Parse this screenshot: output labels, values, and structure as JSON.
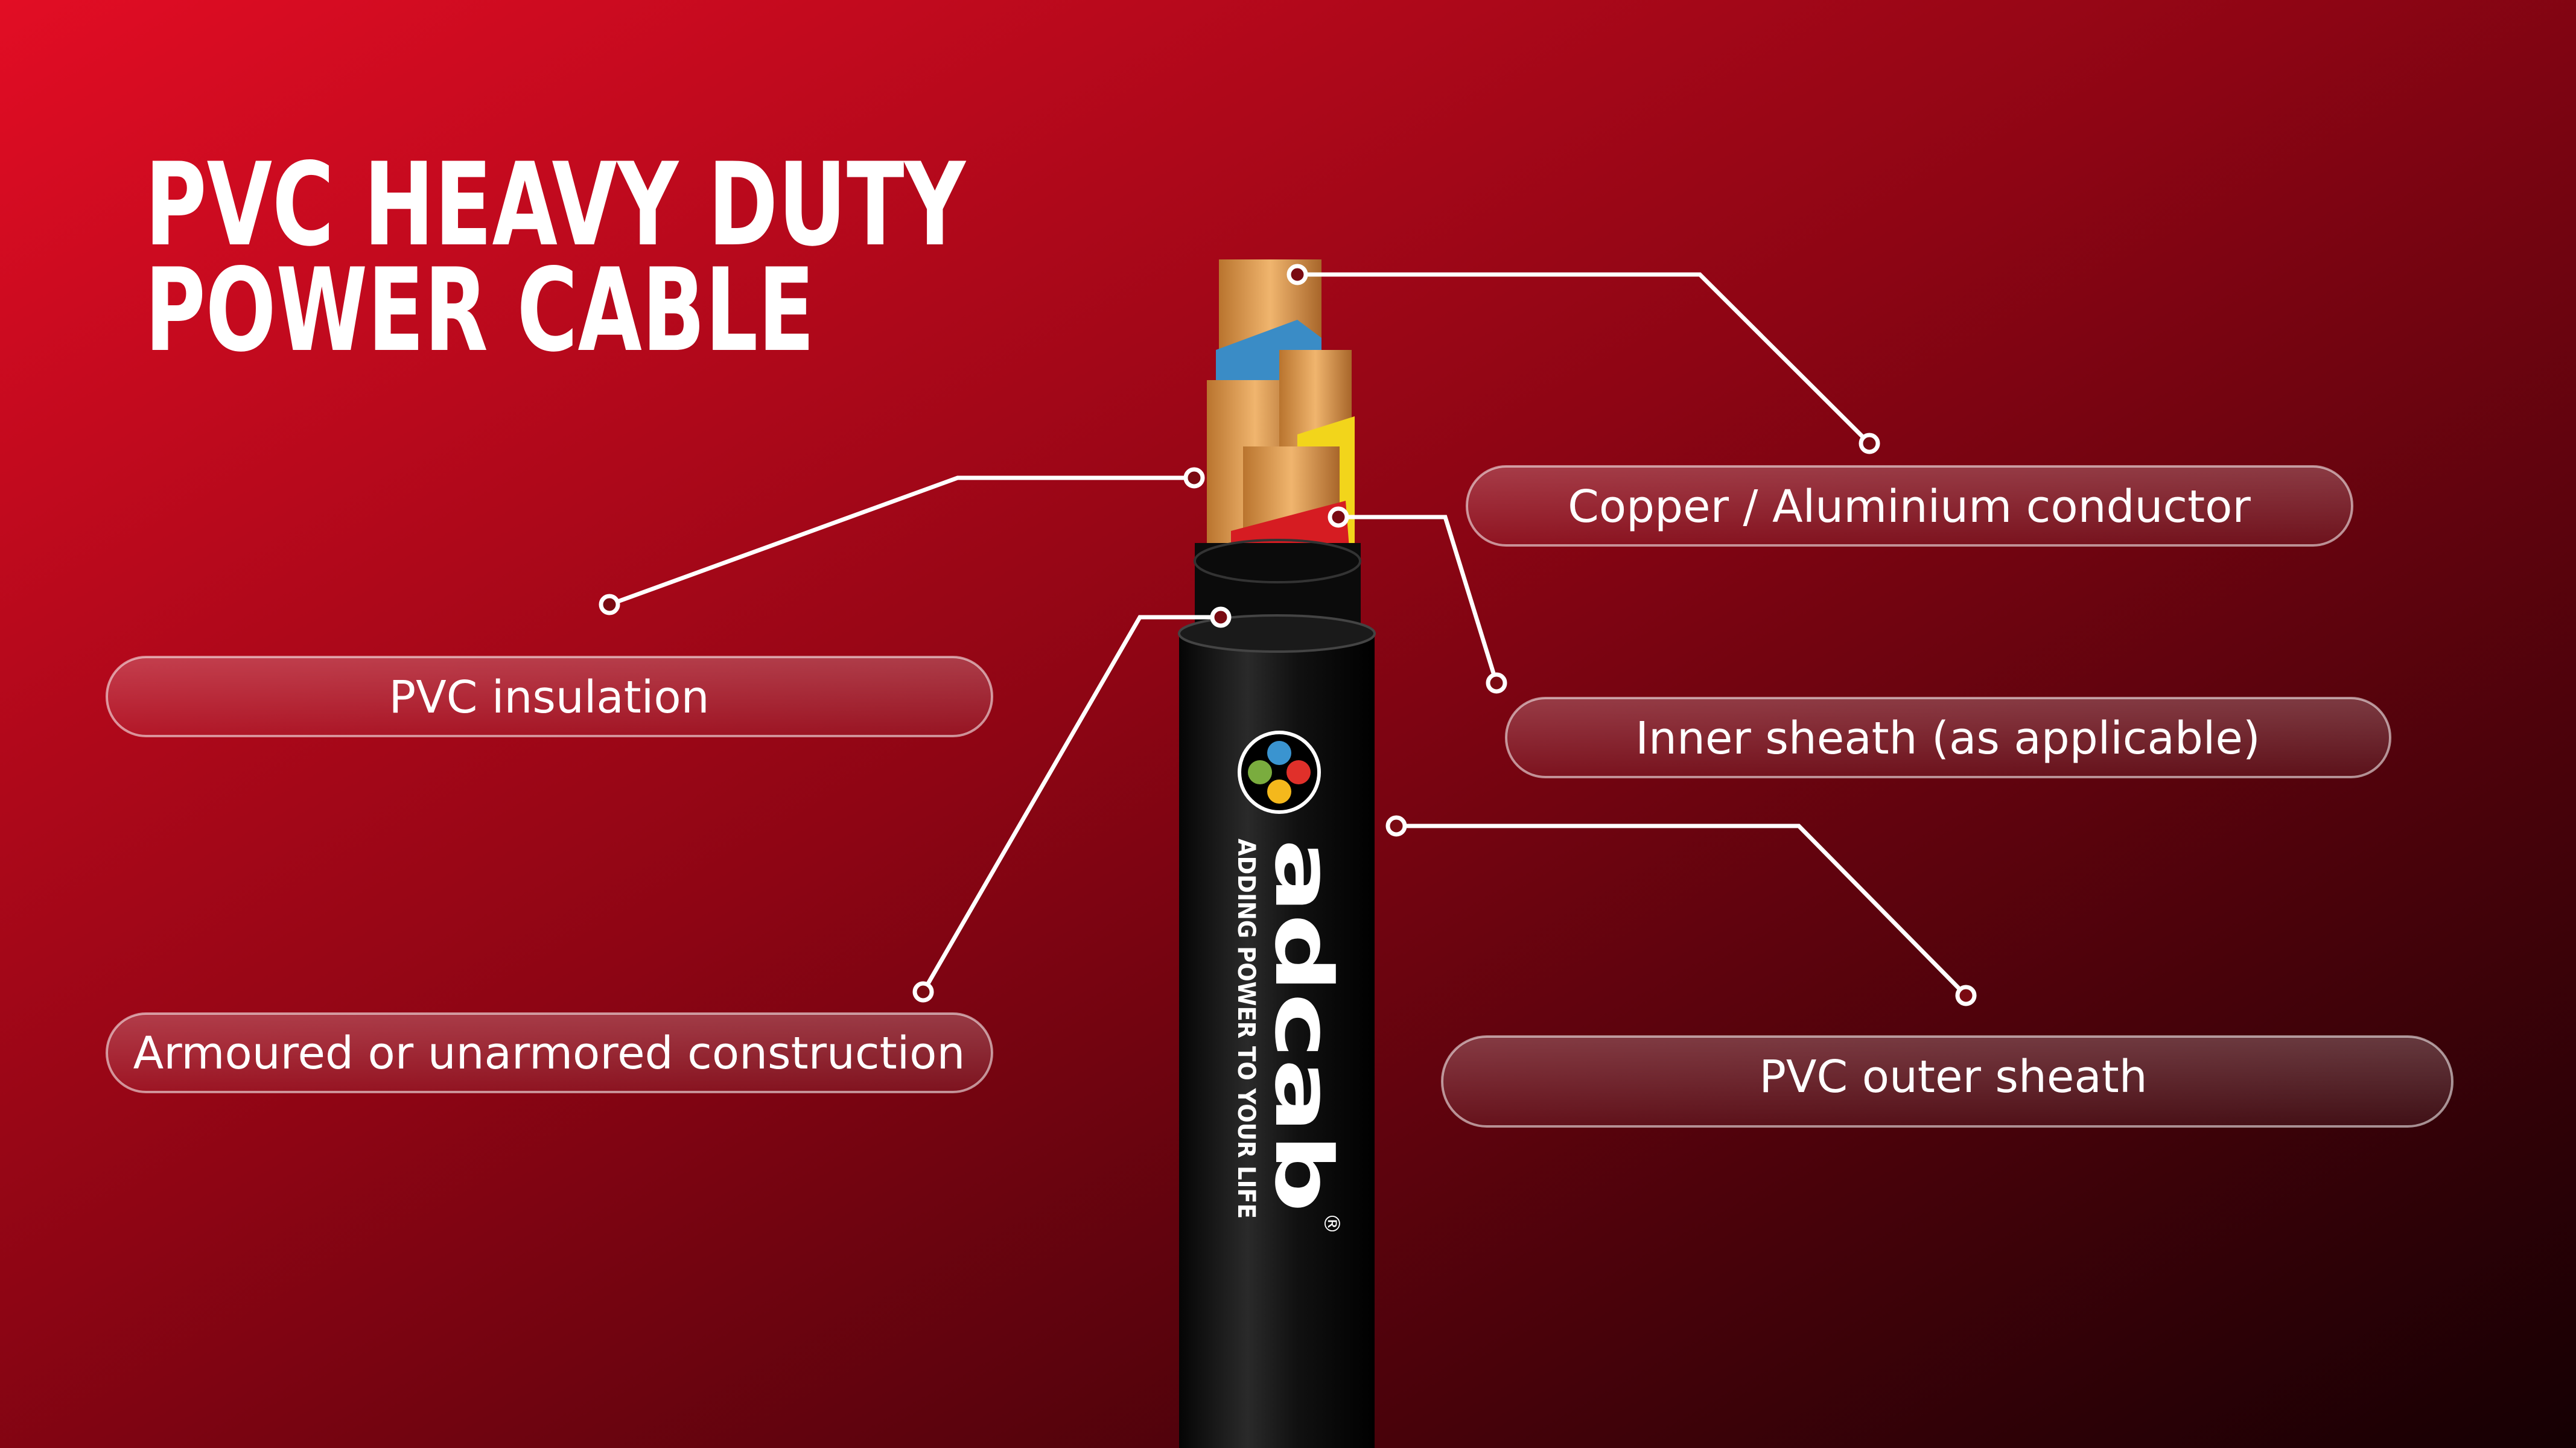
{
  "title": {
    "line1": "PVC HEAVY DUTY",
    "line2": "POWER CABLE"
  },
  "labels": {
    "conductor": "Copper / Aluminium conductor",
    "insulation": "PVC insulation",
    "inner_sheath": "Inner sheath (as applicable)",
    "armour": "Armoured or unarmored construction",
    "outer_sheath": "PVC outer sheath"
  },
  "brand": {
    "name": "adcab",
    "tagline": "ADDING POWER TO YOUR LIFE",
    "registered": "®"
  },
  "colors": {
    "bg_start": "#e20d24",
    "bg_end": "#150003",
    "logo_blue": "#3a94d0",
    "logo_green": "#7aac3e",
    "logo_red": "#e0302a",
    "logo_yellow": "#f4b81c"
  }
}
